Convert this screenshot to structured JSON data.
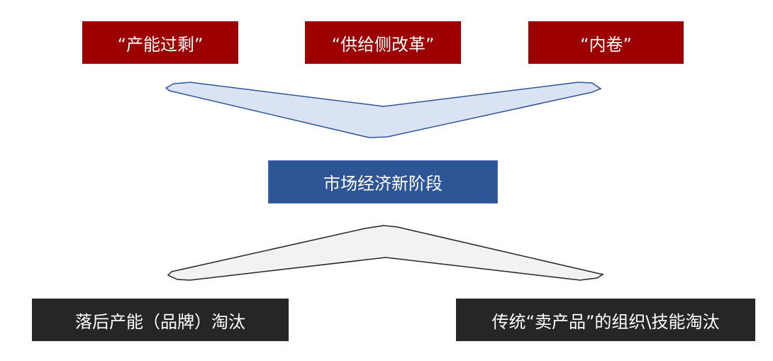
{
  "top_items": [
    "“产能过剩”",
    "“供给侧改革”",
    "“内卷”"
  ],
  "center": "市场经济新阶段",
  "bottom_items": [
    "落后产能（品牌）淘汰",
    "传统“卖产品”的组织\\技能淘汰"
  ],
  "colors": {
    "top": "#9c0000",
    "center": "#2e5596",
    "bottom": "#262626",
    "upper_arrow_fill": "#dae3f3",
    "upper_arrow_stroke": "#2f5597",
    "lower_arrow_fill": "#f2f2f2",
    "lower_arrow_stroke": "#262626"
  }
}
